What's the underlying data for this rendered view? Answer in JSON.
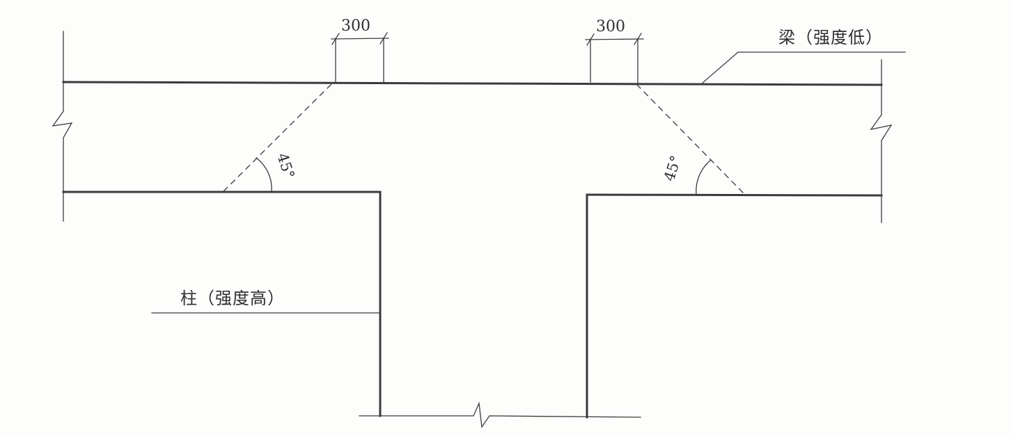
{
  "diagram": {
    "beam_label": "梁（强度低）",
    "column_label": "柱（强度高）",
    "left_dimension": "300",
    "right_dimension": "300",
    "left_angle": "45°",
    "right_angle": "45°"
  },
  "colors": {
    "line": "#3a3a3a",
    "background": "#fdfdfb"
  }
}
